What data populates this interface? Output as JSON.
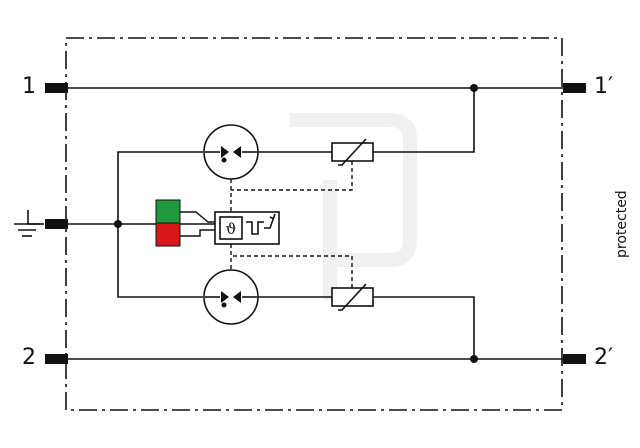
{
  "terminals": {
    "in_1": "1",
    "out_1": "1′",
    "in_2": "2",
    "out_2": "2′"
  },
  "side_label": "protected",
  "icons": {
    "ground": "ground-icon",
    "thermal": "thermal-disconnector-icon",
    "status": "status-indicator-icon"
  },
  "colors": {
    "status_ok": "#1e9a3c",
    "status_fault": "#d7191c",
    "line": "#111111",
    "watermark": "#f2f2f2"
  }
}
